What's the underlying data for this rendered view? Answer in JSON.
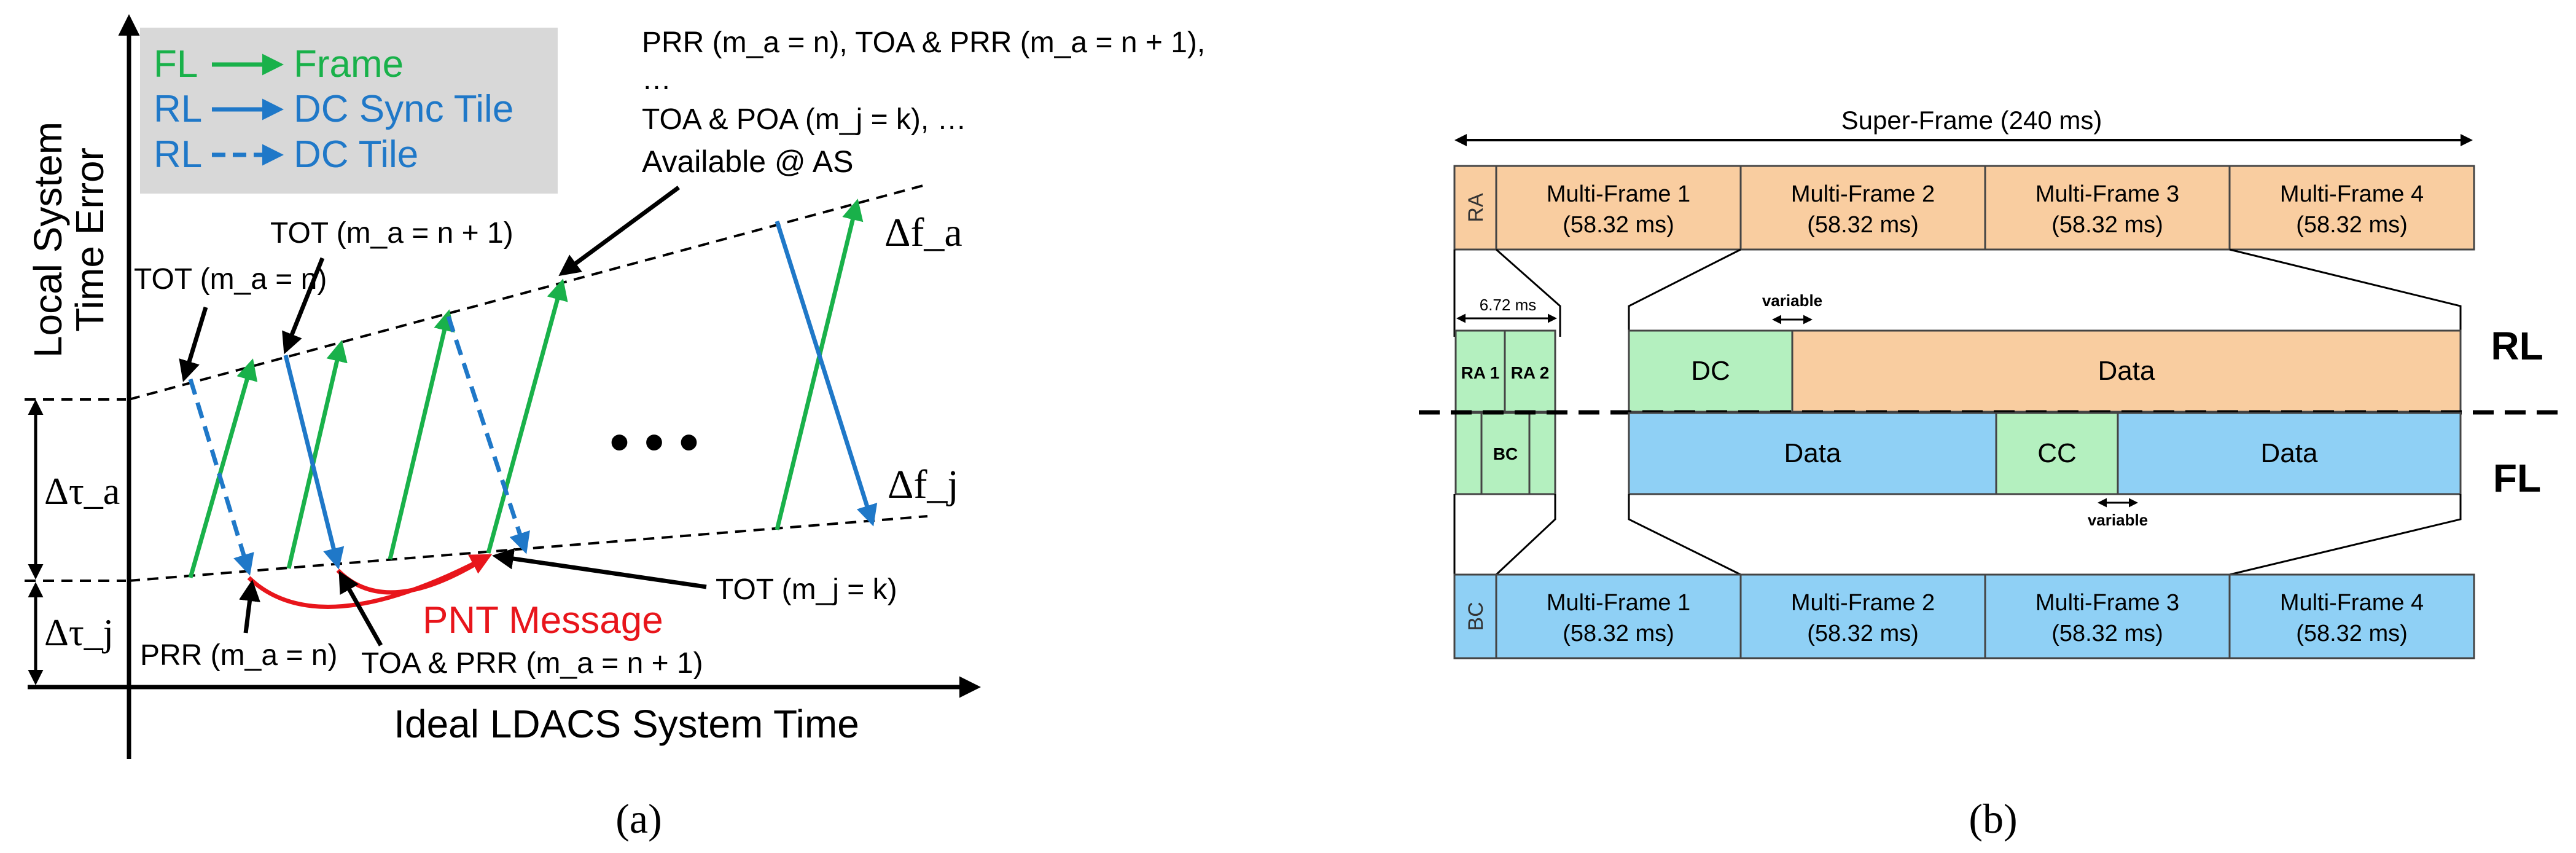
{
  "panel_a": {
    "axis_y_label_line1": "Local System",
    "axis_y_label_line2": "Time Error",
    "axis_x_label": "Ideal LDACS System Time",
    "legend": {
      "fl_key": "FL",
      "fl_value": "Frame",
      "rl_key1": "RL",
      "rl_value1": "DC Sync Tile",
      "rl_key2": "RL",
      "rl_value2": "DC Tile"
    },
    "note_line1": "PRR (m_a = n), TOA & PRR (m_a = n + 1),",
    "note_line2": "…",
    "note_line3": "TOA & POA (m_j = k), …",
    "available_label": "Available @ AS",
    "tot_n1_label": "TOT (m_a = n + 1)",
    "tot_n_label": "TOT (m_a = n)",
    "tot_k_label": "TOT (m_j = k)",
    "prr_label": "PRR (m_a = n)",
    "toa_prr_label": "TOA & PRR (m_a = n + 1)",
    "pnt_message": "PNT Message",
    "delta_f_a": "Δf_a",
    "delta_f_j": "Δf_j",
    "delta_tau_a": "Δτ_a",
    "delta_tau_j": "Δτ_j",
    "ellipsis": "• • •",
    "caption": "(a)"
  },
  "panel_b": {
    "superframe_label": "Super-Frame (240 ms)",
    "ra_label": "RA",
    "bc_label": "BC",
    "top_multiframes": [
      {
        "name": "Multi-Frame 1",
        "duration": "(58.32 ms)"
      },
      {
        "name": "Multi-Frame 2",
        "duration": "(58.32 ms)"
      },
      {
        "name": "Multi-Frame 3",
        "duration": "(58.32 ms)"
      },
      {
        "name": "Multi-Frame 4",
        "duration": "(58.32 ms)"
      }
    ],
    "bottom_multiframes": [
      {
        "name": "Multi-Frame 1",
        "duration": "(58.32 ms)"
      },
      {
        "name": "Multi-Frame 2",
        "duration": "(58.32 ms)"
      },
      {
        "name": "Multi-Frame 3",
        "duration": "(58.32 ms)"
      },
      {
        "name": "Multi-Frame 4",
        "duration": "(58.32 ms)"
      }
    ],
    "ra_slot_duration": "6.72 ms",
    "ra1": "RA 1",
    "ra2": "RA 2",
    "bc_slot": "BC",
    "variable_top": "variable",
    "variable_bottom": "variable",
    "dc": "DC",
    "data_rl": "Data",
    "data_fl_left": "Data",
    "cc": "CC",
    "data_fl_right": "Data",
    "rl": "RL",
    "fl": "FL",
    "caption": "(b)"
  },
  "colors": {
    "fl_green": "#19b14a",
    "rl_blue": "#1f78c8",
    "pnt_red": "#e8151b",
    "rl_fill": "#f9cda0",
    "fl_fill": "#8fd0f5",
    "dc_fill": "#b4f0bf",
    "legend_bg": "#d8d8d8"
  }
}
